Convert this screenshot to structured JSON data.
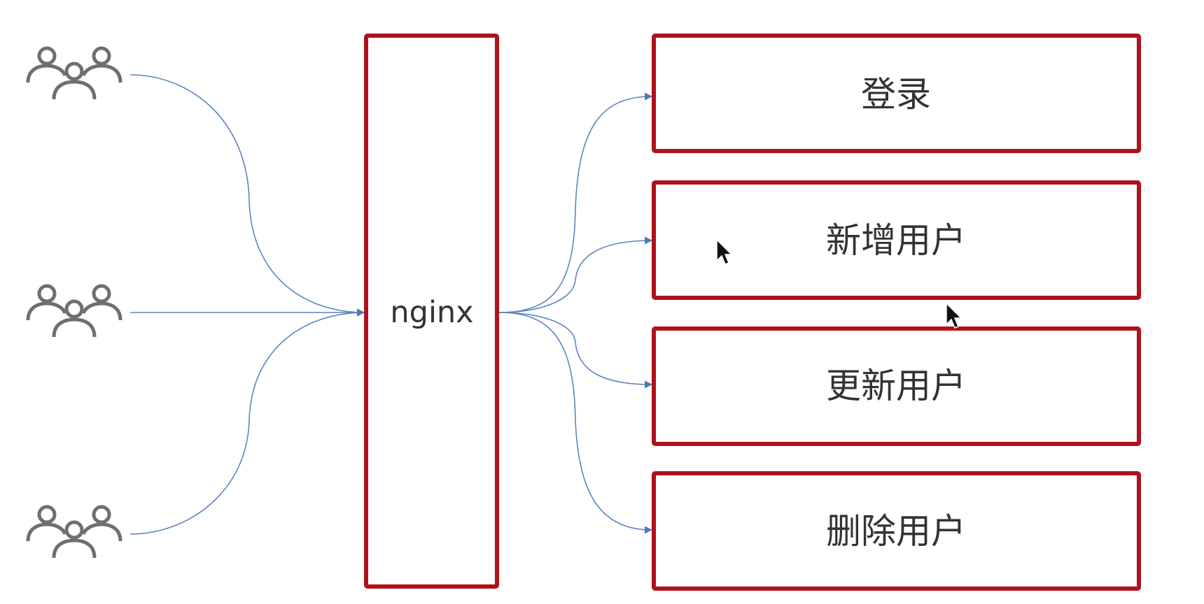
{
  "gateway": {
    "label": "nginx"
  },
  "services": [
    {
      "label": "登录"
    },
    {
      "label": "新增用户"
    },
    {
      "label": "更新用户"
    },
    {
      "label": "删除用户"
    }
  ],
  "clients": [
    {
      "icon": "users-group-icon"
    },
    {
      "icon": "users-group-icon"
    },
    {
      "icon": "users-group-icon"
    }
  ],
  "colors": {
    "box_border": "#b0121b",
    "connector": "#5b86c0",
    "icon": "#6f6f6f",
    "text": "#333333"
  }
}
